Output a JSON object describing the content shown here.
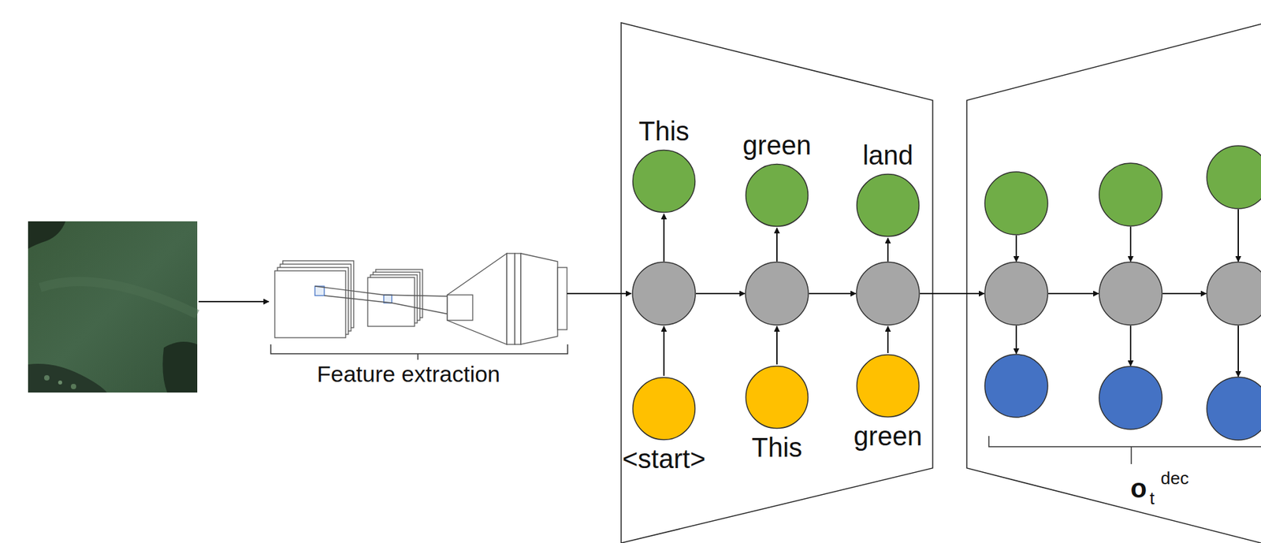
{
  "diagram": {
    "nodes": [
      {
        "text": [
          "This"
        ]
      },
      {
        "text": [
          "green"
        ]
      },
      {
        "text": [
          "land"
        ]
      },
      {
        "text": [
          "<start>"
        ]
      },
      {
        "text": [
          "This"
        ]
      },
      {
        "text": [
          "green"
        ]
      }
    ],
    "labels": [
      "Feature extraction",
      "o",
      "t",
      "dec"
    ]
  }
}
